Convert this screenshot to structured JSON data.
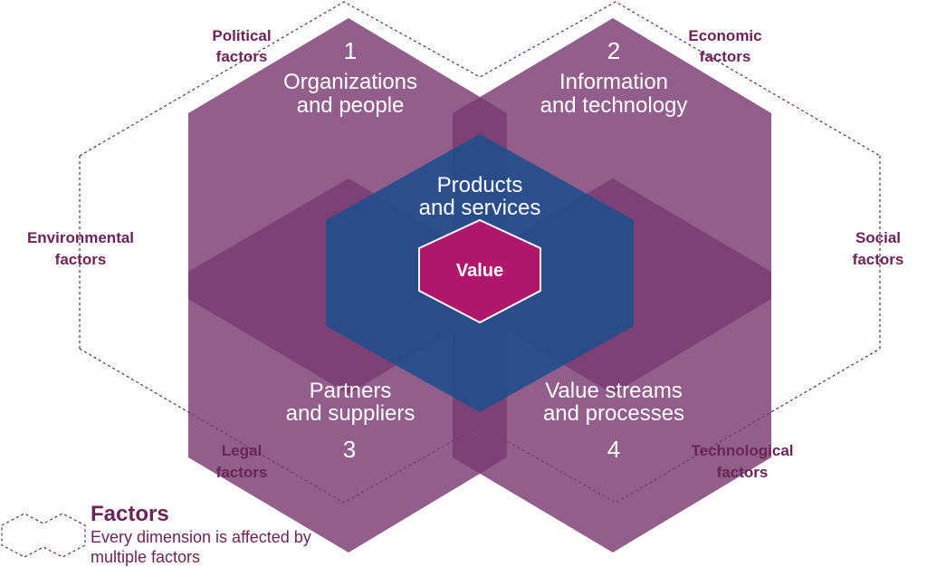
{
  "dimensions": [
    {
      "number": "1",
      "title_line1": "Organizations",
      "title_line2": "and people"
    },
    {
      "number": "2",
      "title_line1": "Information",
      "title_line2": "and technology"
    },
    {
      "number": "3",
      "title_line1": "Partners",
      "title_line2": "and suppliers"
    },
    {
      "number": "4",
      "title_line1": "Value streams",
      "title_line2": "and processes"
    }
  ],
  "center": {
    "title_line1": "Products",
    "title_line2": "and services",
    "core": "Value"
  },
  "factors": {
    "political": {
      "line1": "Political",
      "line2": "factors"
    },
    "economic": {
      "line1": "Economic",
      "line2": "factors"
    },
    "environmental": {
      "line1": "Environmental",
      "line2": "factors"
    },
    "social": {
      "line1": "Social",
      "line2": "factors"
    },
    "legal": {
      "line1": "Legal",
      "line2": "factors"
    },
    "technological": {
      "line1": "Technological",
      "line2": "factors"
    }
  },
  "legend": {
    "title": "Factors",
    "description": "Every dimension is affected by multiple factors"
  },
  "colors": {
    "dimension_fill": "#7a3a72",
    "center_fill": "#1f4f8c",
    "value_fill": "#b0166a",
    "text_accent": "#6b2457",
    "border": "#6b2457"
  }
}
